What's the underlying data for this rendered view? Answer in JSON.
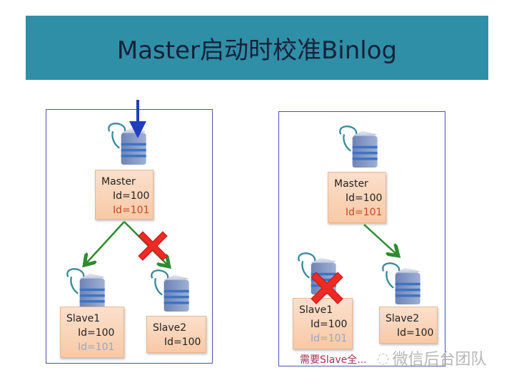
{
  "title": "Master启动时校准Binlog",
  "left_panel": {
    "master": {
      "name": "Master",
      "id1": "Id=100",
      "id2": "Id=101"
    },
    "slave1": {
      "name": "Slave1",
      "id1": "Id=100",
      "id2": "Id=101"
    },
    "slave2": {
      "name": "Slave2",
      "id1": "Id=100"
    }
  },
  "right_panel": {
    "master": {
      "name": "Master",
      "id1": "Id=100",
      "id2": "Id=101"
    },
    "slave1": {
      "name": "Slave1",
      "id1": "Id=100",
      "id2": "Id=101"
    },
    "slave2": {
      "name": "Slave2",
      "id1": "Id=100"
    },
    "caption": "需要Slave全..."
  },
  "watermark": {
    "icon": "wechat-icon",
    "text": "微信后台团队"
  },
  "colors": {
    "title_bar": "#2f8fa6",
    "panel_border": "#4a55a8",
    "node_fill": "#f8c9a6",
    "new_id_text": "#c4482a",
    "lost_id_text": "#9aa6c2",
    "arrow_green": "#2e8b2e",
    "arrow_blue": "#1f3fbf",
    "cross_red": "#ee2a24"
  }
}
